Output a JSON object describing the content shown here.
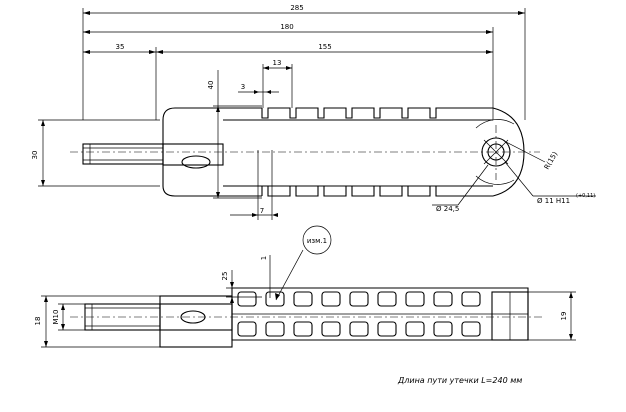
{
  "top_view": {
    "dims": {
      "overall_285": "285",
      "length_180": "180",
      "left_35": "35",
      "span_155": "155",
      "rib_pitch_13": "13",
      "height_40": "40",
      "slot_3": "3",
      "height_30": "30",
      "width_7": "7",
      "radius": "R(15)",
      "diameter_245": "Ø 24,5",
      "bore": "Ø 11 H11",
      "bore_tol": "(+0,11)"
    }
  },
  "bottom_view": {
    "dims": {
      "d_18": "18",
      "thread": "M10",
      "d_19": "19",
      "d_25": "25",
      "d_1": "1"
    },
    "callout": "изм.1"
  },
  "note": "Длина пути утечки L=240 мм"
}
